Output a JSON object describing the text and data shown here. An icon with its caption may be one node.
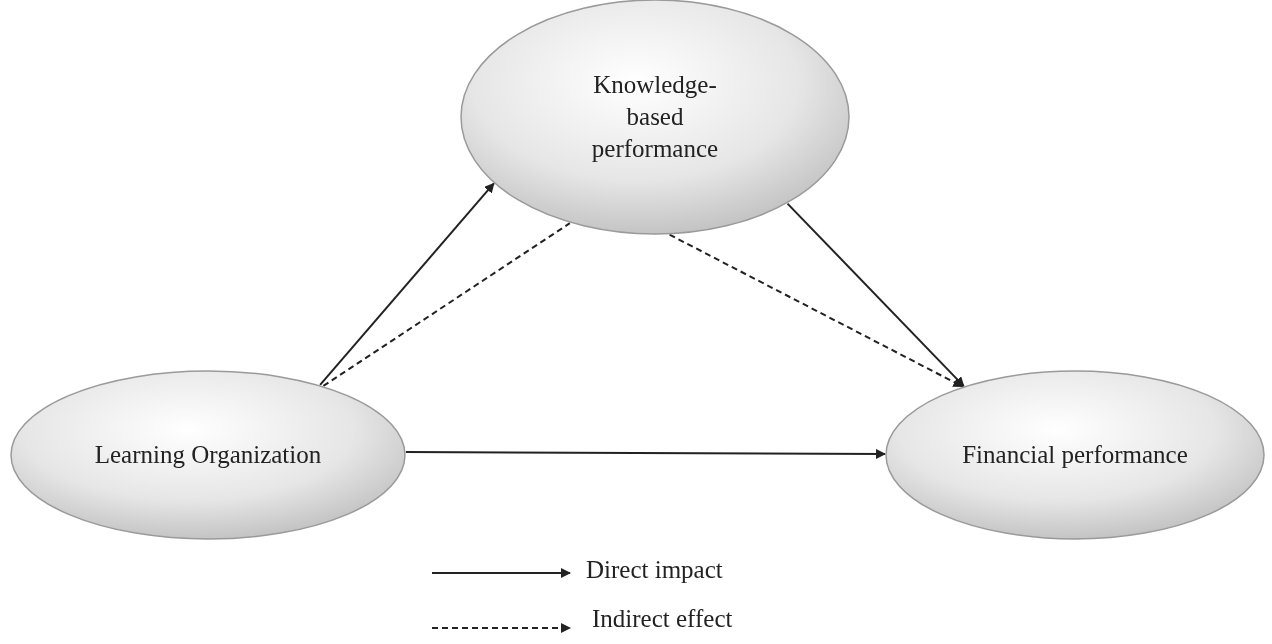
{
  "diagram": {
    "nodes": [
      {
        "text": [
          "Knowledge-based performance"
        ]
      },
      {
        "text": [
          "Learning Organization"
        ]
      },
      {
        "text": [
          "Financial performance"
        ]
      }
    ],
    "edges": [
      {
        "from": 1,
        "to": 0,
        "arrow": "to"
      },
      {
        "from": 1,
        "to": 0,
        "arrow": "none",
        "style": "dashed"
      },
      {
        "from": 0,
        "to": 2,
        "arrow": "to"
      },
      {
        "from": 0,
        "to": 2,
        "arrow": "to",
        "style": "dashed"
      },
      {
        "from": 1,
        "to": 2,
        "arrow": "to"
      }
    ],
    "legend": [
      {
        "text": "Direct impact"
      },
      {
        "text": "Indirect effect"
      }
    ]
  }
}
